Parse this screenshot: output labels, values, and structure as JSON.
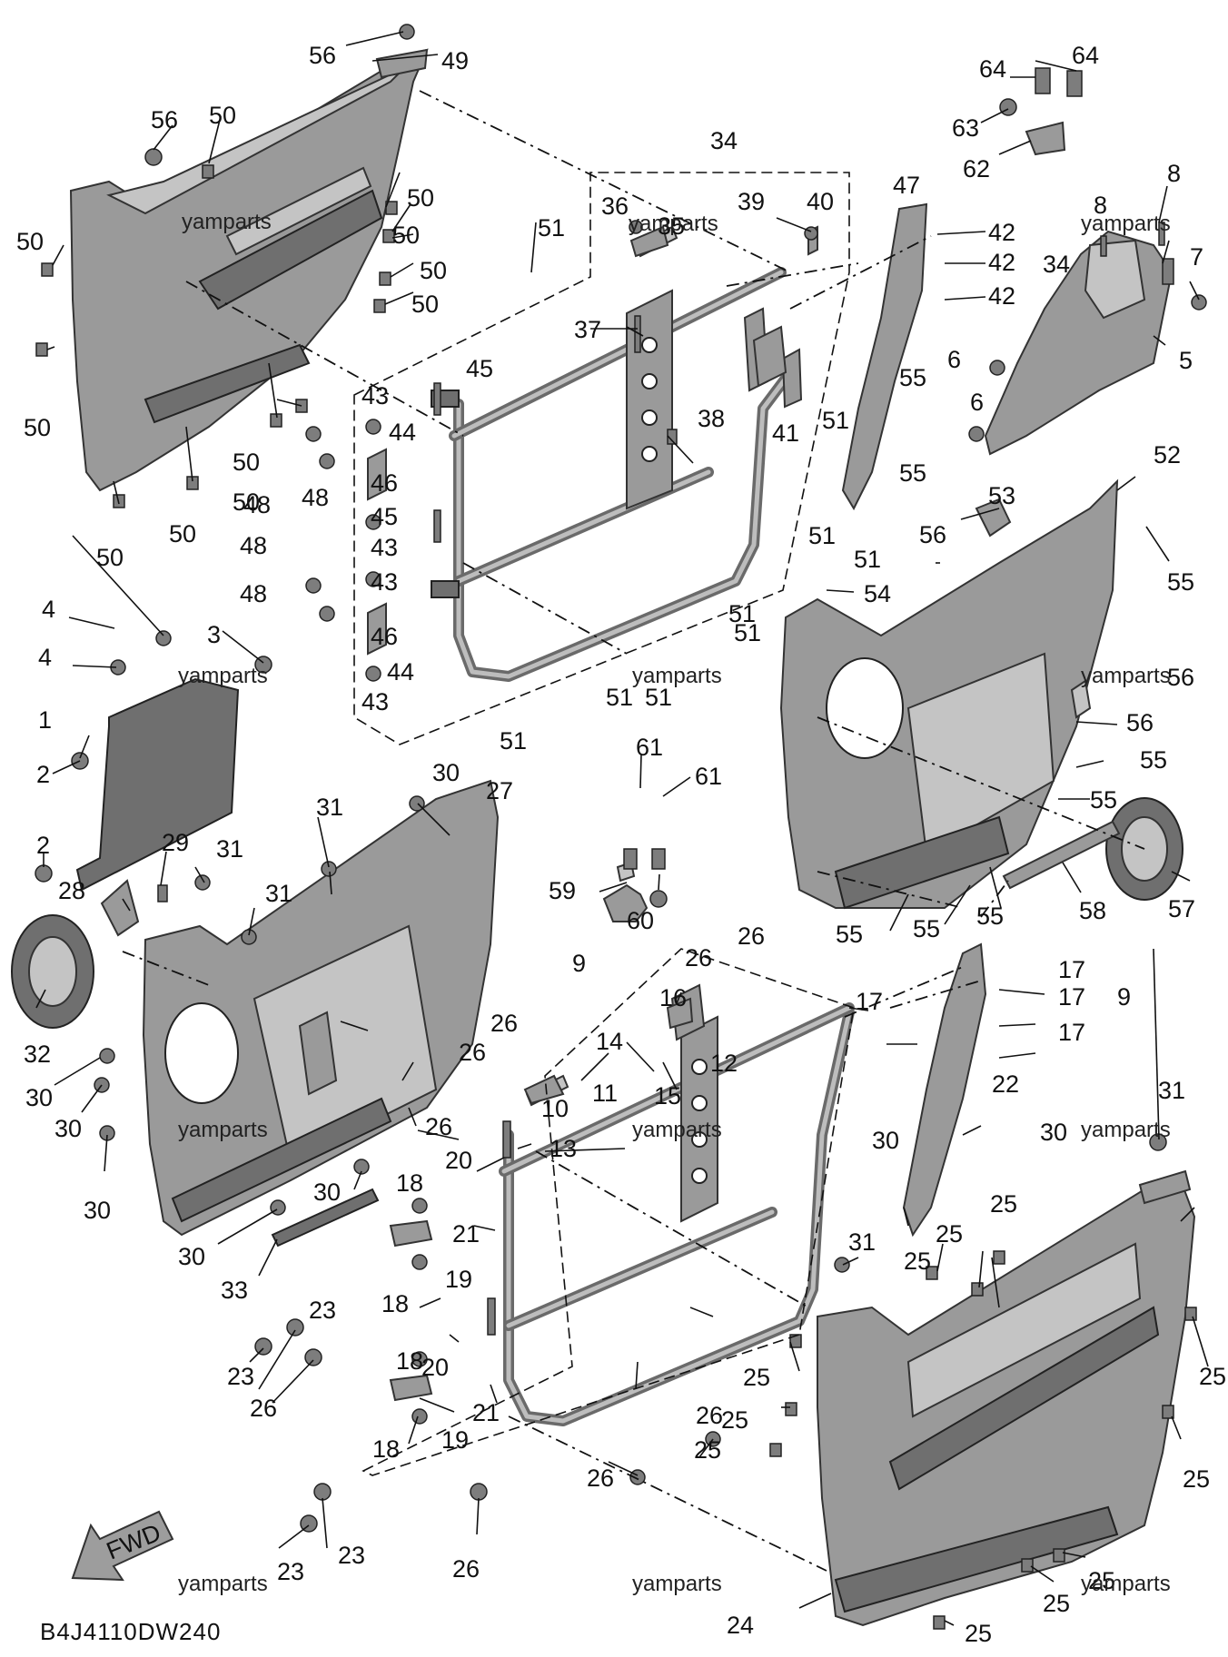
{
  "diagram": {
    "code": "B4J4110DW240",
    "watermark": "yamparts",
    "fwd_label": "FWD",
    "callouts": [
      "1",
      "2",
      "3",
      "4",
      "5",
      "6",
      "7",
      "8",
      "9",
      "10",
      "11",
      "12",
      "13",
      "14",
      "15",
      "16",
      "17",
      "18",
      "19",
      "20",
      "21",
      "22",
      "23",
      "24",
      "25",
      "26",
      "27",
      "28",
      "29",
      "30",
      "31",
      "32",
      "33",
      "34",
      "35",
      "36",
      "37",
      "38",
      "39",
      "40",
      "41",
      "42",
      "43",
      "44",
      "45",
      "46",
      "47",
      "48",
      "49",
      "50",
      "51",
      "52",
      "53",
      "54",
      "55",
      "56",
      "57",
      "58",
      "59",
      "60",
      "61",
      "62",
      "63",
      "64"
    ]
  }
}
